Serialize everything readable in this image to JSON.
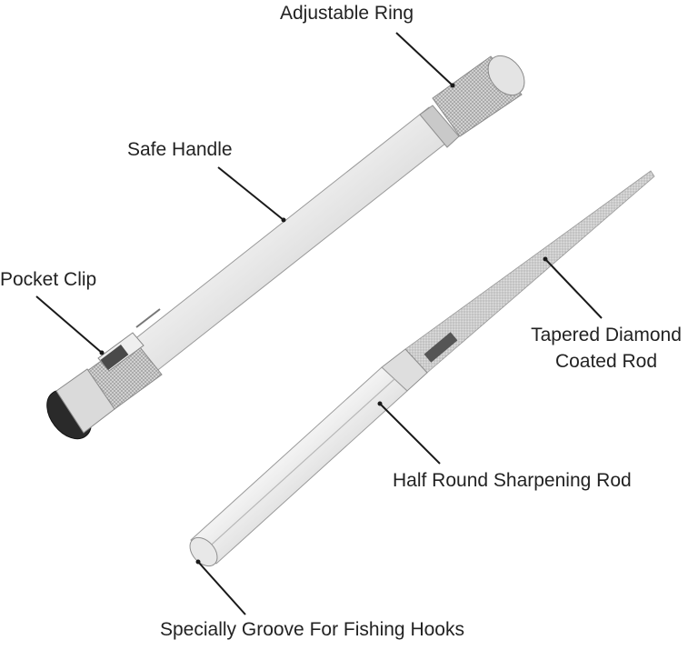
{
  "labels": {
    "adjustable_ring": "Adjustable Ring",
    "safe_handle": "Safe Handle",
    "pocket_clip": "Pocket Clip",
    "tapered_line1": "Tapered Diamond",
    "tapered_line2": "Coated Rod",
    "half_round": "Half Round Sharpening Rod",
    "groove": "Specially Groove For Fishing Hooks"
  },
  "colors": {
    "text": "#222222",
    "leader": "#1a1a1a",
    "metal_light": "#f4f4f4",
    "metal_mid": "#d4d4d4",
    "metal_dark": "#a8a8a8",
    "cap": "#2a2a2a"
  }
}
